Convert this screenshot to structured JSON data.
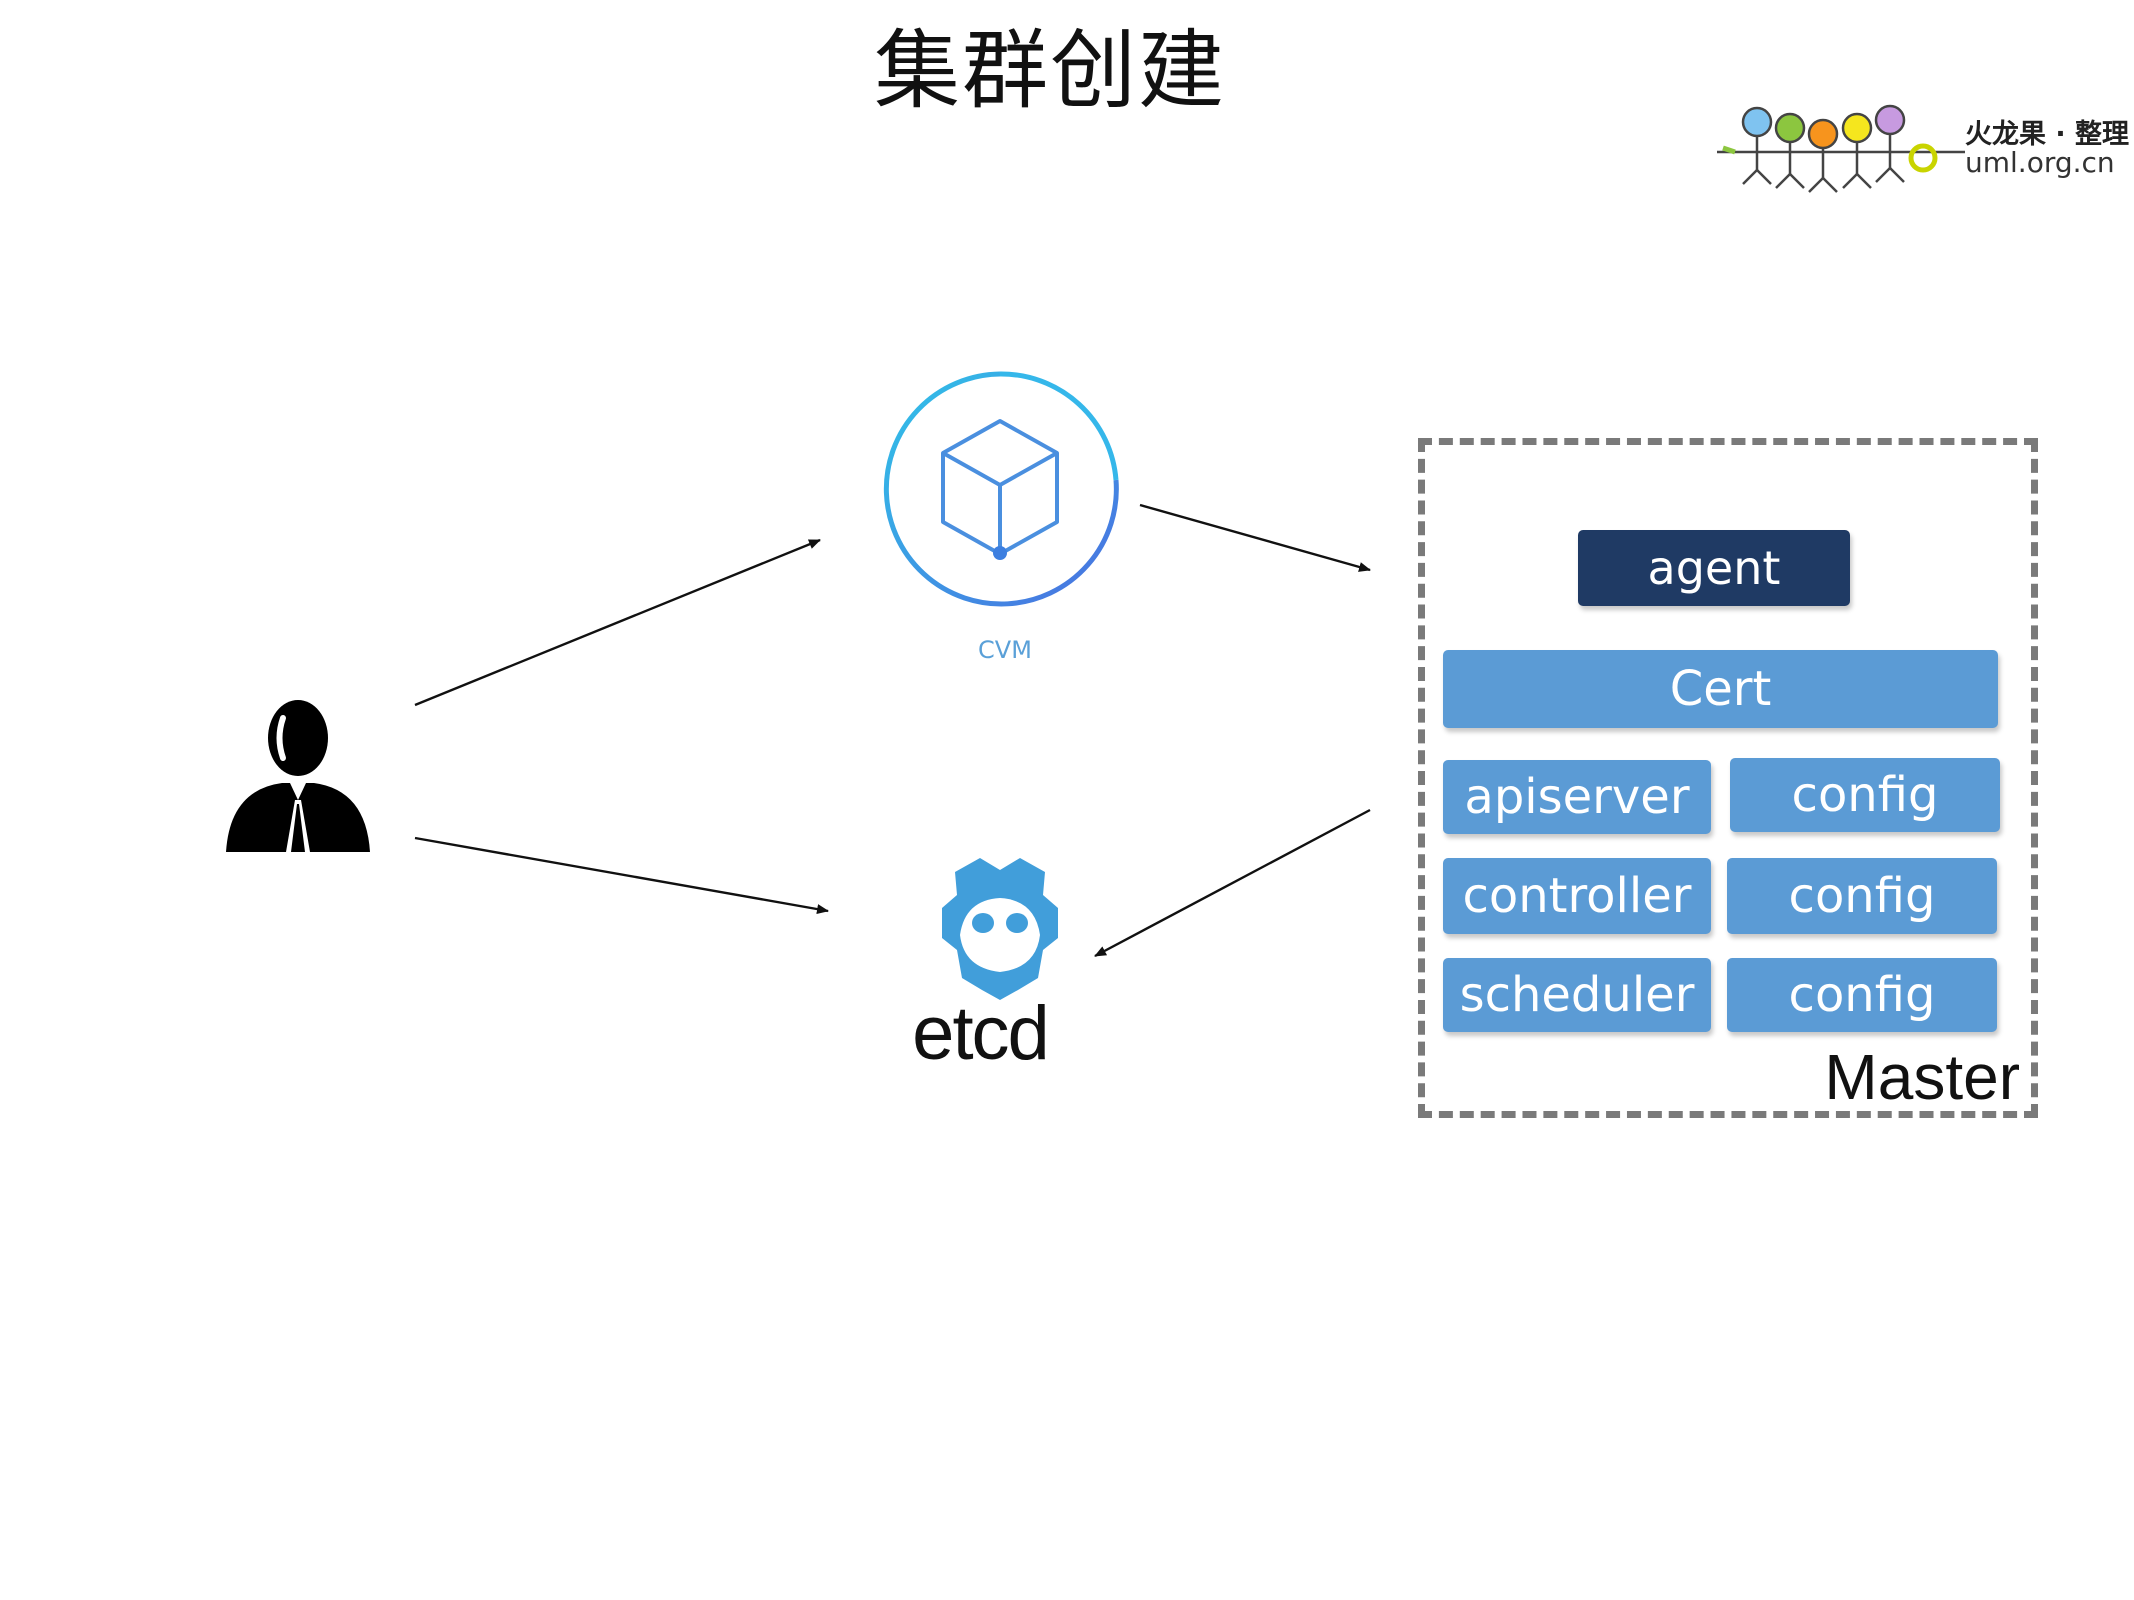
{
  "title": "集群创建",
  "logo": {
    "line1": "火龙果 · 整理",
    "line2": "uml.org.cn",
    "figure_colors": [
      "#7fc3f0",
      "#8cc63f",
      "#f7941d",
      "#f5e61e",
      "#c79ae0",
      "#c9d400"
    ]
  },
  "nodes": {
    "user": {
      "icon": "businessman-icon"
    },
    "cvm": {
      "label": "CVM",
      "icon": "cube-icon",
      "color": "#3d8de0"
    },
    "etcd": {
      "label": "etcd",
      "icon": "etcd-logo-icon",
      "color": "#419eda"
    }
  },
  "master": {
    "label": "Master",
    "agent": "agent",
    "cert": "Cert",
    "rows": [
      {
        "component": "apiserver",
        "config": "config"
      },
      {
        "component": "controller",
        "config": "config"
      },
      {
        "component": "scheduler",
        "config": "config"
      }
    ],
    "colors": {
      "agent": "#1f3a64",
      "blocks": "#5b9bd5",
      "border": "#7a7a7a"
    }
  },
  "edges": [
    {
      "from": "user",
      "to": "cvm"
    },
    {
      "from": "user",
      "to": "etcd"
    },
    {
      "from": "cvm",
      "to": "master"
    },
    {
      "from": "master",
      "to": "etcd"
    }
  ]
}
